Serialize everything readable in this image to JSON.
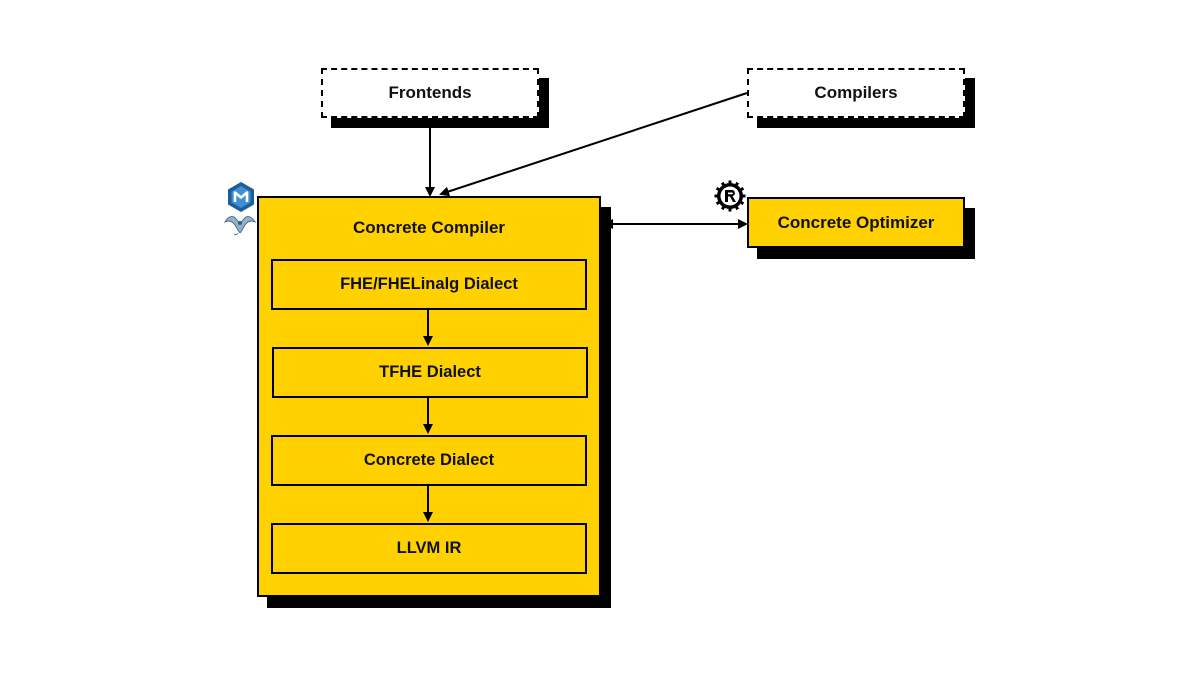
{
  "diagram": {
    "frontends_label": "Frontends",
    "compilers_label": "Compilers",
    "compiler_title": "Concrete Compiler",
    "optimizer_label": "Concrete Optimizer",
    "dialects": [
      "FHE/FHELinalg Dialect",
      "TFHE Dialect",
      "Concrete Dialect",
      "LLVM IR"
    ]
  },
  "colors": {
    "accent_yellow": "#ffd100",
    "outline": "#000000",
    "mlir_blue": "#1f5c99"
  },
  "icons": {
    "rust": "rust-logo-icon",
    "mlir": "mlir-logo-icon",
    "dragon": "llvm-dragon-icon"
  }
}
